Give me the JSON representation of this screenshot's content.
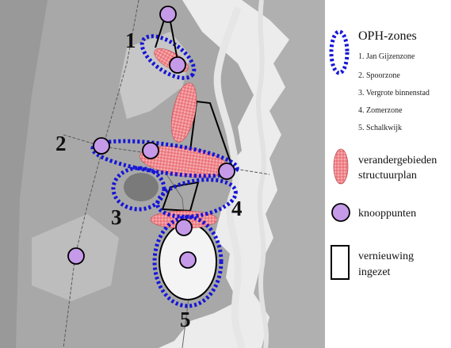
{
  "map": {
    "zone_numbers": [
      "1",
      "2",
      "3",
      "4",
      "5"
    ]
  },
  "legend": {
    "oph_title": "OPH-zones",
    "zones": [
      "1. Jan Gijzenzone",
      "2. Spoorzone",
      "3. Vergrote binnenstad",
      "4. Zomerzone",
      "5. Schalkwijk"
    ],
    "changed_areas_line1": "verandergebieden",
    "changed_areas_line2": "structuurplan",
    "nodes_label": "knooppunten",
    "renewal_line1": "vernieuwing",
    "renewal_line2": "ingezet"
  },
  "colors": {
    "zone_outline": "#1515d8",
    "node_fill": "#c59ae8",
    "hatch_fill": "#f07a80",
    "land": "#a9a9a9",
    "water": "#e9e9e9"
  }
}
